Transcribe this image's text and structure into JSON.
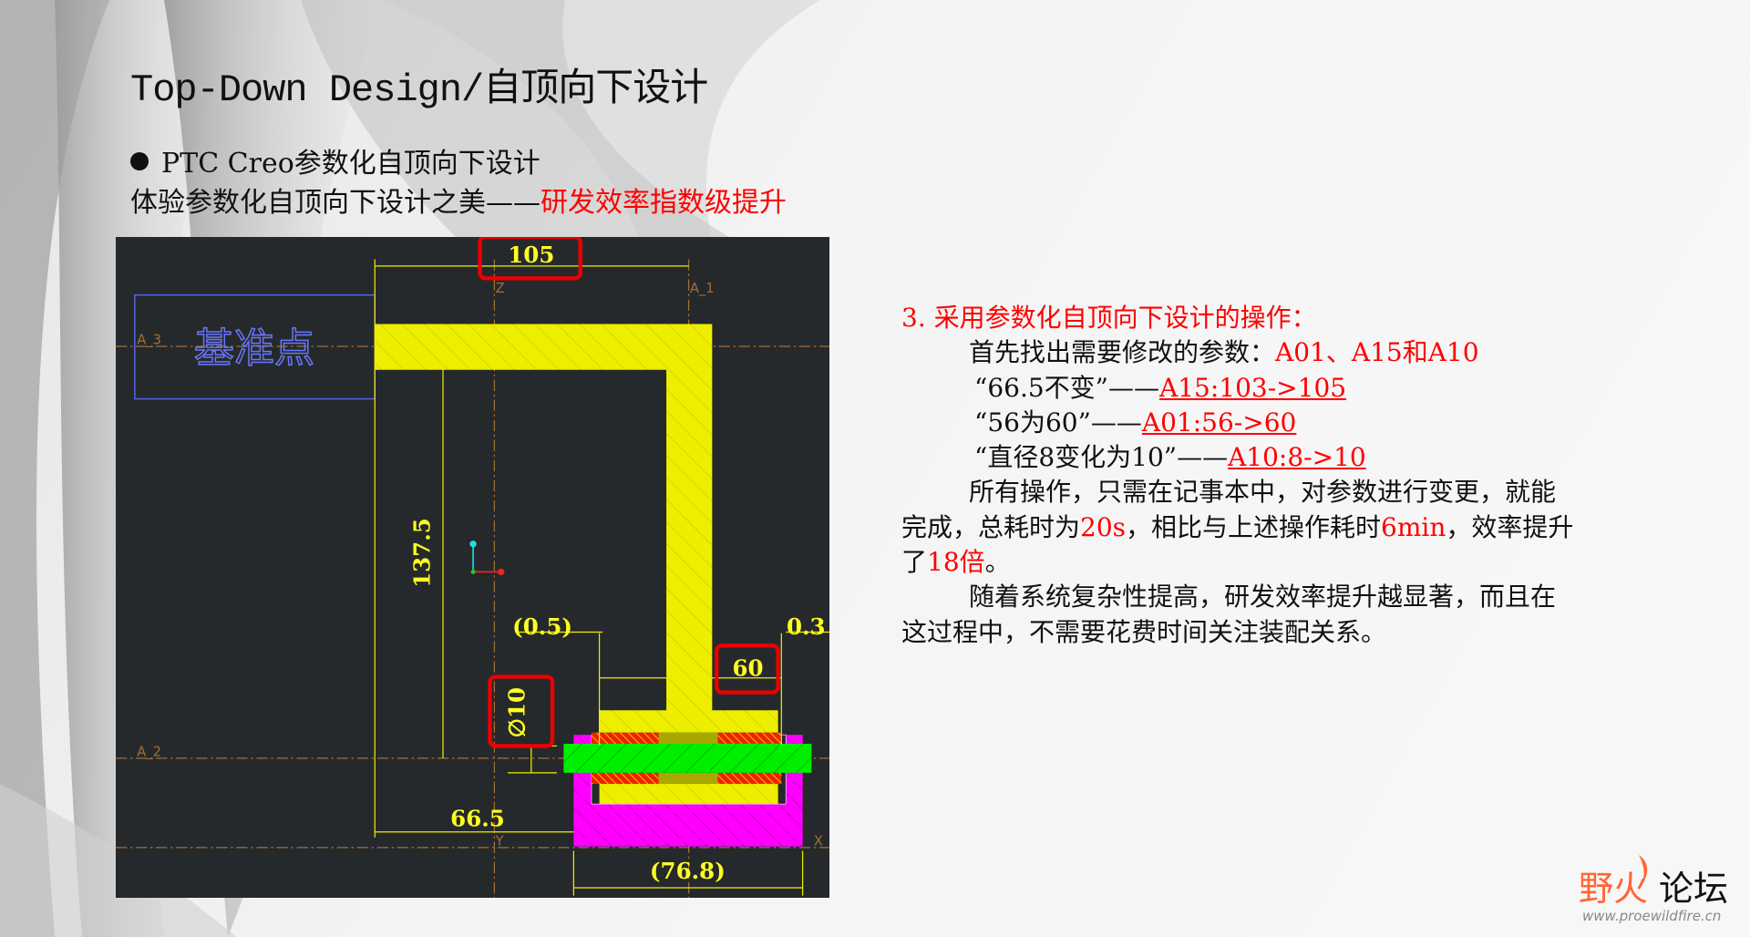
{
  "slide": {
    "title_latin": "Top-Down Design/",
    "title_cjk": "自顶向下设计",
    "bullet_icon": "filled-circle-bullet",
    "bullet_text": "PTC Creo参数化自顶向下设计",
    "subtitle_black": "体验参数化自顶向下设计之美——",
    "subtitle_red": "研发效率指数级提升"
  },
  "drawing": {
    "datum_label": "基准点",
    "axis_labels": {
      "a3": "A_3",
      "a2": "A_2",
      "a1": "A_1",
      "z": "Z",
      "y": "Y",
      "x": "X"
    },
    "dims": {
      "top": "105",
      "height": "137.5",
      "gap_left": "(0.5)",
      "gap_right": "0.3",
      "width": "60",
      "diameter": "∅10",
      "offset": "66.5",
      "base": "(76.8)"
    }
  },
  "notes": {
    "heading": "3.  采用参数化自顶向下设计的操作：",
    "line1_black": "首先找出需要修改的参数：",
    "line1_red": "A01、A15和A10",
    "q1_black": "“66.5不变”——",
    "q1_red": "A15:103->105",
    "q2_black": "“56为60”——",
    "q2_red": "A01:56->60",
    "q3_black": "“直径8变化为10”——",
    "q3_red": "A10:8->10",
    "p2_l1": "所有操作，只需在记事本中，对参数进行变更，就能",
    "p2_l2a": "完成，总耗时为",
    "p2_l2b": "20s",
    "p2_l2c": "，相比与上述操作耗时",
    "p2_l2d": "6min",
    "p2_l2e": "，效率提升",
    "p2_l3a": "了",
    "p2_l3b": "18倍",
    "p2_l3c": "。",
    "p3_l1": "随着系统复杂性提高，研发效率提升越显著，而且在",
    "p3_l2": "这过程中，不需要花费时间关注装配关系。"
  },
  "logo": {
    "cn_a": "野火",
    "cn_b": "论坛",
    "url": "www.proewildfire.cn"
  },
  "colors": {
    "accent_red": "#ff0000",
    "cad_bg": "#26292b",
    "part_yellow": "#eeee00",
    "bolt_green": "#00ee00",
    "base_magenta": "#ff00ff",
    "datum_blue": "#5566ee",
    "logo_orange": "#ff6633"
  }
}
